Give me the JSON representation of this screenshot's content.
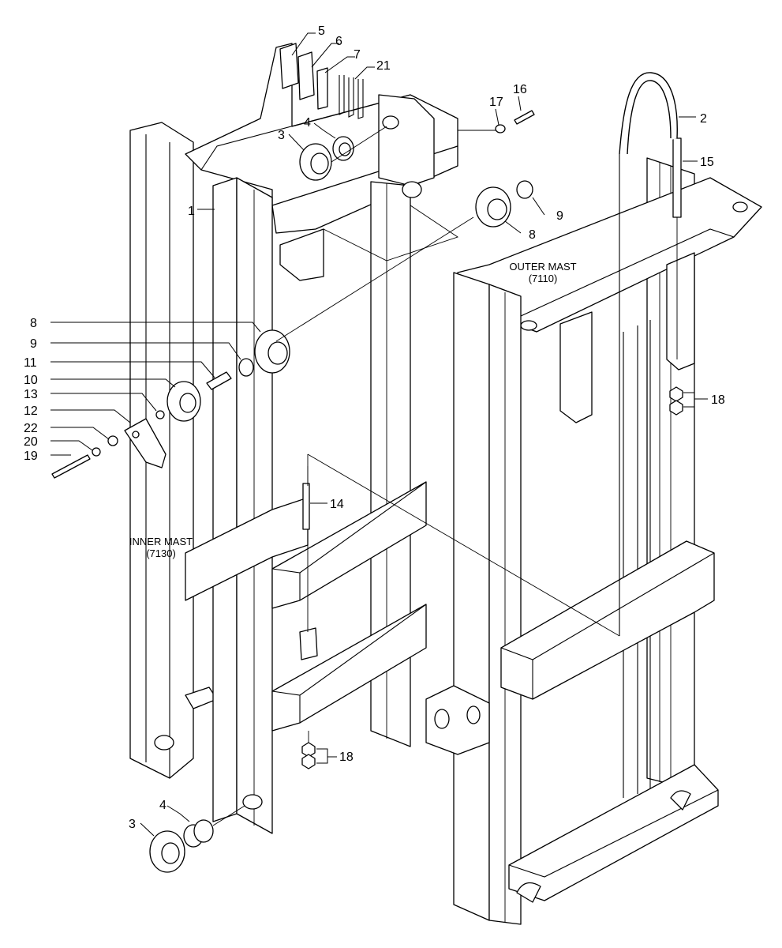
{
  "labels": {
    "outer_mast": "OUTER MAST",
    "outer_mast_code": "(7110)",
    "inner_mast": "INNER MAST",
    "inner_mast_code": "(7130)"
  },
  "callouts": {
    "c1": "1",
    "c2": "2",
    "c3_top": "3",
    "c3_bottom": "3",
    "c4_top": "4",
    "c4_bottom": "4",
    "c5": "5",
    "c6": "6",
    "c7": "7",
    "c8_right": "8",
    "c8_left": "8",
    "c9_right": "9",
    "c9_left": "9",
    "c10": "10",
    "c11": "11",
    "c12": "12",
    "c13": "13",
    "c14": "14",
    "c15": "15",
    "c16": "16",
    "c17": "17",
    "c18_upper": "18",
    "c18_lower": "18",
    "c19": "19",
    "c20": "20",
    "c21": "21",
    "c22": "22"
  }
}
